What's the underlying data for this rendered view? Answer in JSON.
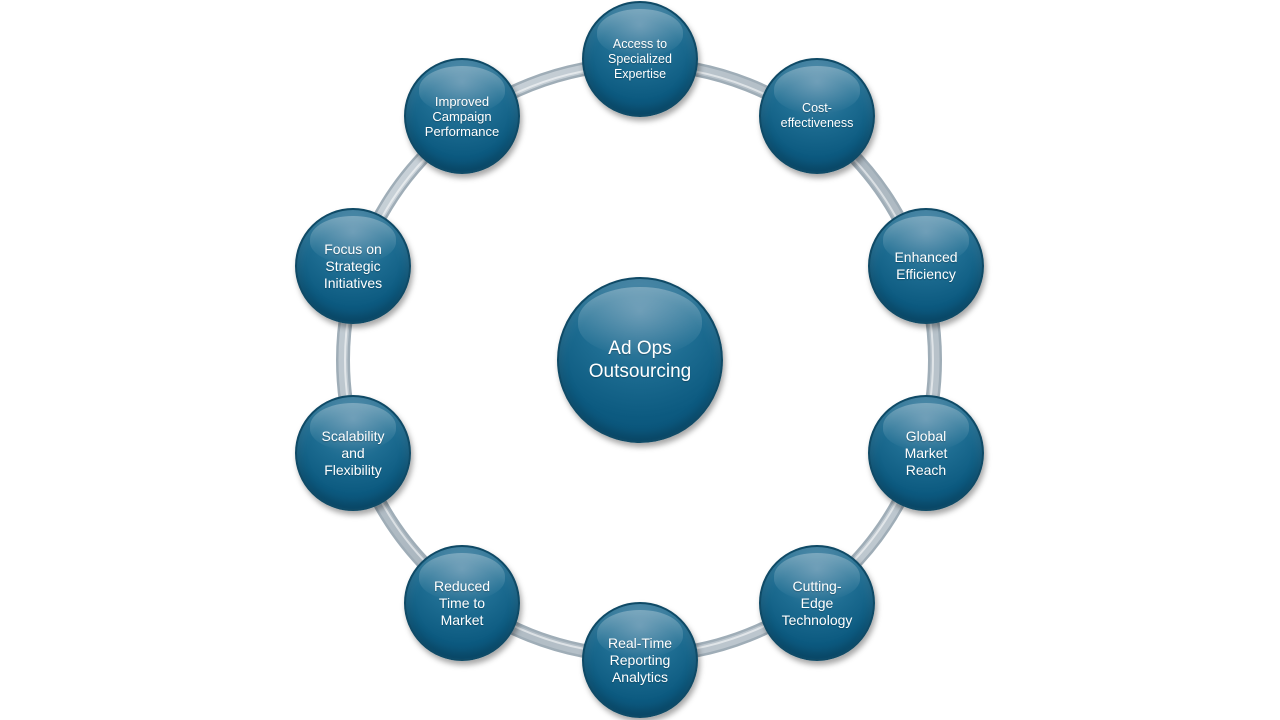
{
  "diagram": {
    "center": {
      "label": "Ad Ops\nOutsourcing"
    },
    "nodes": [
      {
        "id": "access-to-specialized-expertise",
        "label": "Access to\nSpecialized\nExpertise"
      },
      {
        "id": "cost-effectiveness",
        "label": "Cost-\neffectiveness"
      },
      {
        "id": "enhanced-efficiency",
        "label": "Enhanced\nEfficiency"
      },
      {
        "id": "global-market-reach",
        "label": "Global\nMarket\nReach"
      },
      {
        "id": "cutting-edge-technology",
        "label": "Cutting-\nEdge\nTechnology"
      },
      {
        "id": "real-time-reporting-analytics",
        "label": "Real-Time\nReporting\nAnalytics"
      },
      {
        "id": "reduced-time-to-market",
        "label": "Reduced\nTime to\nMarket"
      },
      {
        "id": "scalability-and-flexibility",
        "label": "Scalability\nand\nFlexibility"
      },
      {
        "id": "focus-on-strategic-initiatives",
        "label": "Focus on\nStrategic\nInitiatives"
      },
      {
        "id": "improved-campaign-performance",
        "label": "Improved\nCampaign\nPerformance"
      }
    ],
    "colors": {
      "node_fill": "#0c5a80",
      "ring": "#b8c3cc",
      "text": "#ffffff"
    }
  }
}
